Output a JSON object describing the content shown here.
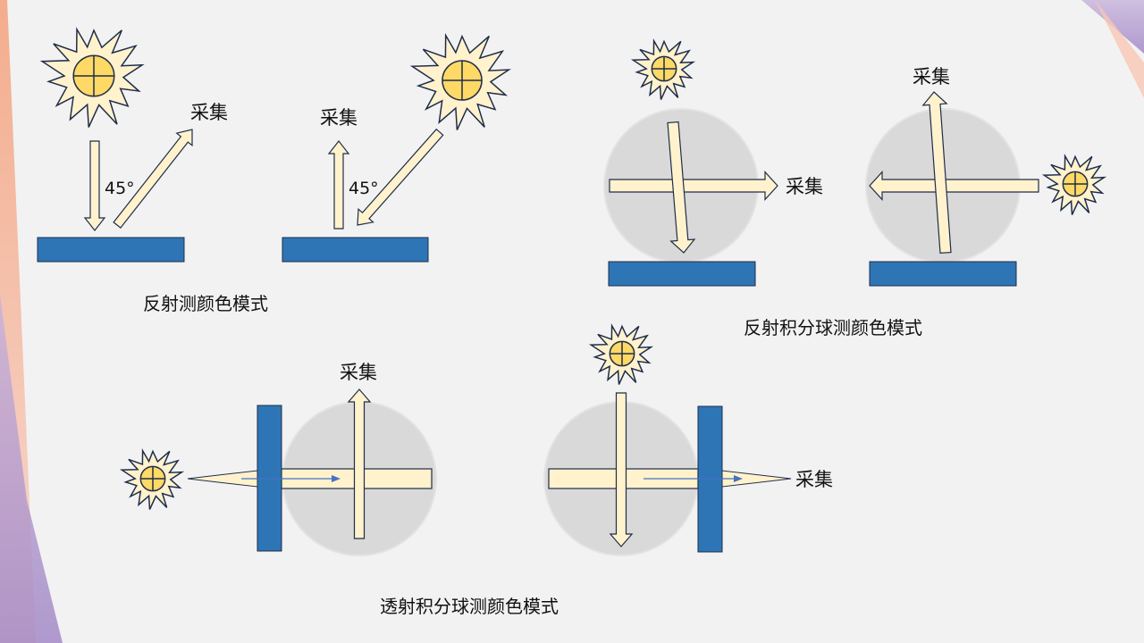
{
  "labels": {
    "collect": "采集",
    "angle": "45°",
    "caption_reflect": "反射测颜色模式",
    "caption_reflect_sphere": "反射积分球测颜色模式",
    "caption_transmit_sphere": "透射积分球测颜色模式"
  },
  "colors": {
    "background": "#f2f2f2",
    "sample": "#2e75b6",
    "beam": "#fff2cc",
    "sphere": "#d9d9d9",
    "sun_core": "#ffd966",
    "outline": "#1f2d4a"
  }
}
